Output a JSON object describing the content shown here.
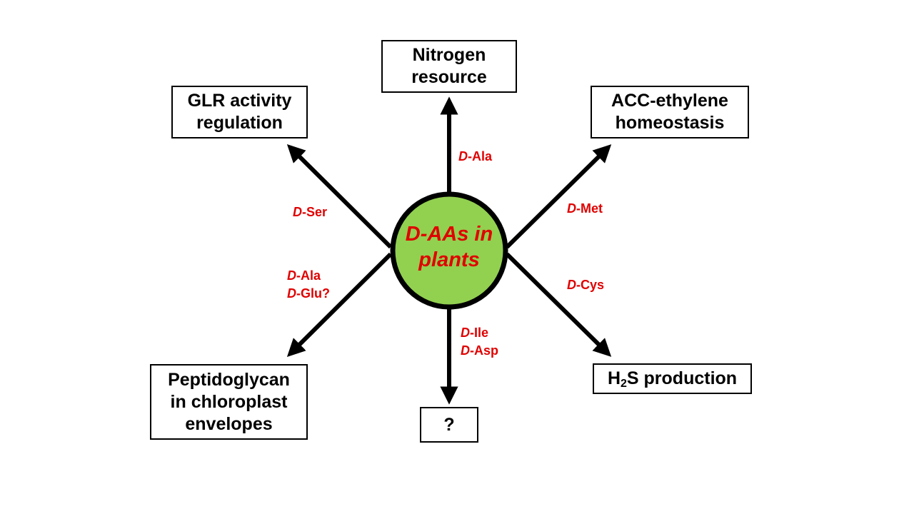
{
  "center": {
    "line1": "D-AAs in",
    "line2": "plants",
    "fill": "#92d050",
    "text_color": "#e00000"
  },
  "boxes": {
    "nitrogen": {
      "line1": "Nitrogen",
      "line2": "resource"
    },
    "glr": {
      "line1": "GLR activity",
      "line2": "regulation"
    },
    "acc": {
      "line1": "ACC-ethylene",
      "line2": "homeostasis"
    },
    "peptidoglycan": {
      "line1": "Peptidoglycan",
      "line2": "in chloroplast",
      "line3": "envelopes"
    },
    "unknown": {
      "line1": "?"
    },
    "h2s": {
      "prefix": "H",
      "sub": "2",
      "suffix": "S production"
    }
  },
  "labels": {
    "ala_up": {
      "d": "D",
      "rest": "-Ala"
    },
    "ser": {
      "d": "D",
      "rest": "-Ser"
    },
    "met": {
      "d": "D",
      "rest": "-Met"
    },
    "ala_left": {
      "d": "D",
      "rest": "-Ala"
    },
    "glu": {
      "d": "D",
      "rest": "-Glu?"
    },
    "cys": {
      "d": "D",
      "rest": "-Cys"
    },
    "ile": {
      "d": "D",
      "rest": "-Ile"
    },
    "asp": {
      "d": "D",
      "rest": "-Asp"
    }
  },
  "colors": {
    "label": "#e00000",
    "arrow": "#000000",
    "center_fill": "#92d050"
  }
}
